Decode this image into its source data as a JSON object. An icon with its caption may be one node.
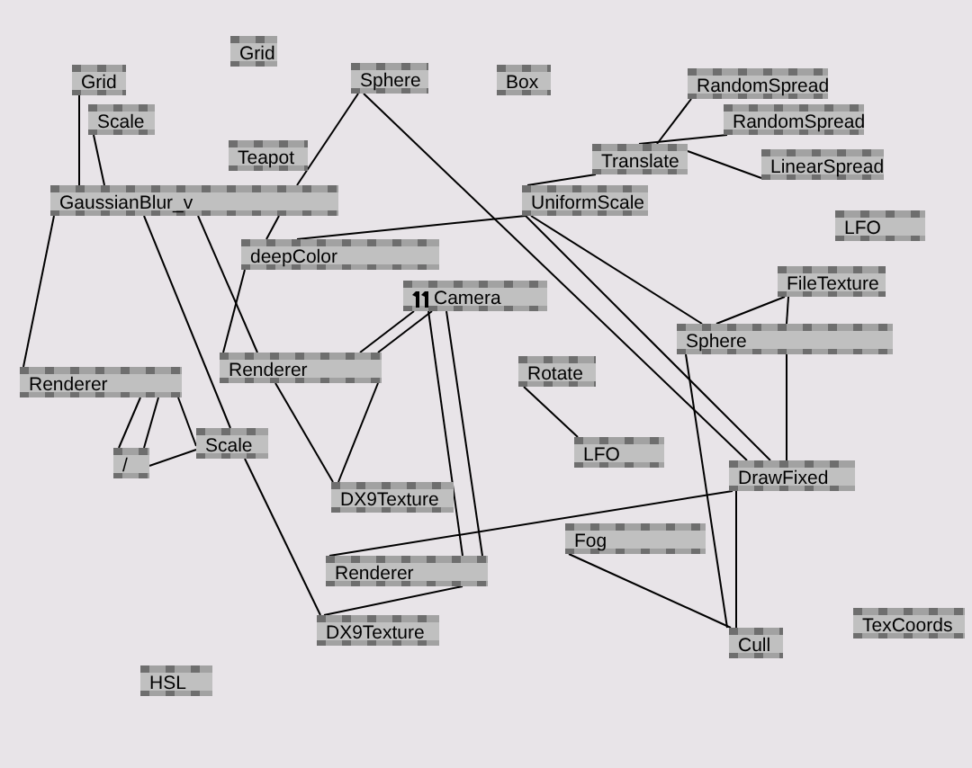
{
  "diagram": {
    "nodes": [
      {
        "text": [
          "Grid"
        ]
      },
      {
        "text": [
          "Grid"
        ]
      },
      {
        "text": [
          "Sphere"
        ]
      },
      {
        "text": [
          "Box"
        ]
      },
      {
        "text": [
          "RandomSpread"
        ]
      },
      {
        "text": [
          "Scale"
        ]
      },
      {
        "text": [
          "RandomSpread"
        ]
      },
      {
        "text": [
          "Translate"
        ]
      },
      {
        "text": [
          "Teapot"
        ]
      },
      {
        "text": [
          "LinearSpread"
        ]
      },
      {
        "text": [
          "GaussianBlur_v"
        ]
      },
      {
        "text": [
          "UniformScale"
        ]
      },
      {
        "text": [
          "LFO"
        ]
      },
      {
        "text": [
          "deepColor"
        ]
      },
      {
        "text": [
          "FileTexture"
        ]
      },
      {
        "text": [
          "Camera"
        ]
      },
      {
        "text": [
          "Sphere"
        ]
      },
      {
        "text": [
          "Renderer"
        ]
      },
      {
        "text": [
          "Renderer"
        ]
      },
      {
        "text": [
          "Rotate"
        ]
      },
      {
        "text": [
          "Scale"
        ]
      },
      {
        "text": [
          "/"
        ]
      },
      {
        "text": [
          "LFO"
        ]
      },
      {
        "text": [
          "DX9Texture"
        ]
      },
      {
        "text": [
          "DrawFixed"
        ]
      },
      {
        "text": [
          "Fog"
        ]
      },
      {
        "text": [
          "Renderer"
        ]
      },
      {
        "text": [
          "DX9Texture"
        ]
      },
      {
        "text": [
          "Cull"
        ]
      },
      {
        "text": [
          "TexCoords"
        ]
      },
      {
        "text": [
          "HSL"
        ]
      }
    ],
    "edges": [
      {
        "from": 1,
        "to": 10,
        "arrow": "none"
      },
      {
        "from": 5,
        "to": 10,
        "arrow": "none"
      },
      {
        "from": 2,
        "to": 10,
        "arrow": "none"
      },
      {
        "from": 2,
        "to": 24,
        "arrow": "none"
      },
      {
        "from": 11,
        "to": 24,
        "arrow": "none"
      },
      {
        "from": 11,
        "to": 13,
        "arrow": "none"
      },
      {
        "from": 11,
        "to": 16,
        "arrow": "none"
      },
      {
        "from": 4,
        "to": 7,
        "arrow": "none"
      },
      {
        "from": 6,
        "to": 7,
        "arrow": "none"
      },
      {
        "from": 9,
        "to": 7,
        "arrow": "none"
      },
      {
        "from": 7,
        "to": 11,
        "arrow": "none"
      },
      {
        "from": 10,
        "to": 18,
        "arrow": "none"
      },
      {
        "from": 10,
        "to": 20,
        "arrow": "none"
      },
      {
        "from": 10,
        "to": 17,
        "arrow": "none"
      },
      {
        "from": 10,
        "to": 13,
        "arrow": "none"
      },
      {
        "from": 13,
        "to": 17,
        "arrow": "none"
      },
      {
        "from": 15,
        "to": 17,
        "arrow": "none"
      },
      {
        "from": 15,
        "to": 17,
        "arrow": "none"
      },
      {
        "from": 15,
        "to": 26,
        "arrow": "none"
      },
      {
        "from": 15,
        "to": 26,
        "arrow": "none"
      },
      {
        "from": 17,
        "to": 23,
        "arrow": "none"
      },
      {
        "from": 17,
        "to": 23,
        "arrow": "none"
      },
      {
        "from": 18,
        "to": 21,
        "arrow": "none"
      },
      {
        "from": 18,
        "to": 21,
        "arrow": "none"
      },
      {
        "from": 18,
        "to": 20,
        "arrow": "none"
      },
      {
        "from": 21,
        "to": 20,
        "arrow": "none"
      },
      {
        "from": 20,
        "to": 27,
        "arrow": "none"
      },
      {
        "from": 26,
        "to": 27,
        "arrow": "none"
      },
      {
        "from": 24,
        "to": 26,
        "arrow": "none"
      },
      {
        "from": 25,
        "to": 28,
        "arrow": "none"
      },
      {
        "from": 16,
        "to": 28,
        "arrow": "none"
      },
      {
        "from": 24,
        "to": 28,
        "arrow": "none"
      },
      {
        "from": 14,
        "to": 16,
        "arrow": "none"
      },
      {
        "from": 14,
        "to": 16,
        "arrow": "none"
      },
      {
        "from": 16,
        "to": 24,
        "arrow": "none"
      },
      {
        "from": 19,
        "to": 22,
        "arrow": "none"
      }
    ]
  }
}
